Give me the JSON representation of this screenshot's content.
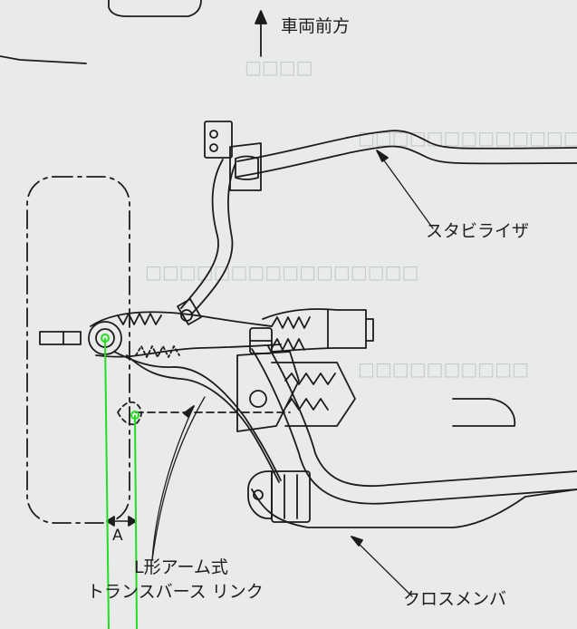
{
  "labels": {
    "forward": "車両前方",
    "stabilizer": "スタビライザ",
    "dimension_a": "A",
    "arm_line1": "L形アーム式",
    "arm_line2": "トランスバース リンク",
    "crossmember": "クロスメンバ"
  },
  "colors": {
    "ink": "#1c1c1c",
    "paper": "#e9ebea",
    "guide": "#22dd22",
    "ghost_text": "#c7cbca"
  }
}
